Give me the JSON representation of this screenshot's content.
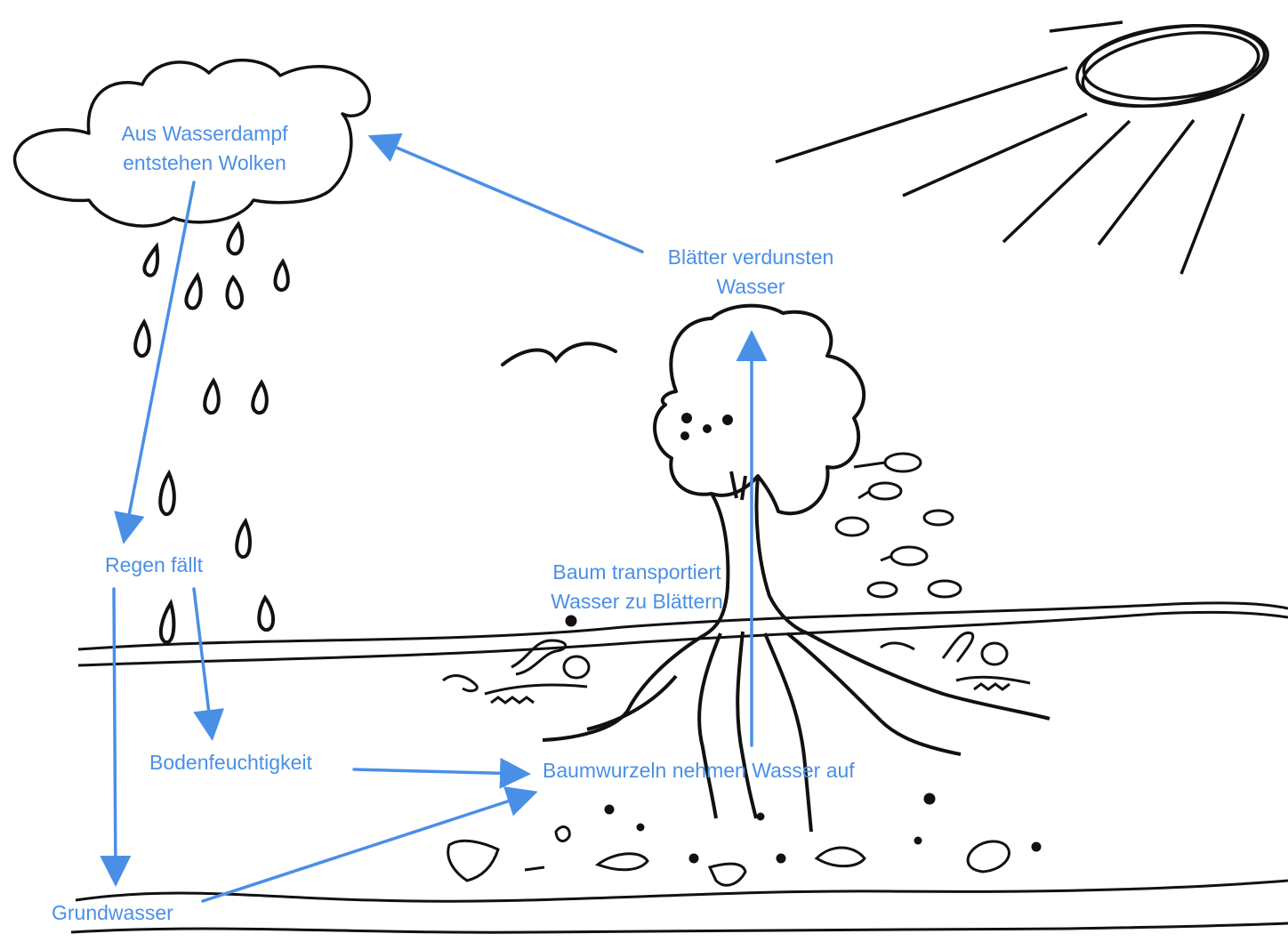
{
  "diagram": {
    "labels": {
      "clouds": [
        "Aus Wasserdampf",
        "entstehen Wolken"
      ],
      "rain": "Regen fällt",
      "soil_moisture": "Bodenfeuchtigkeit",
      "groundwater": "Grundwasser",
      "roots": "Baumwurzeln nehmen Wasser auf",
      "transport": [
        "Baum transportiert",
        "Wasser zu Blättern"
      ],
      "evaporate": [
        "Blätter verdunsten",
        "Wasser"
      ]
    },
    "flow": [
      {
        "from": "clouds",
        "to": "rain"
      },
      {
        "from": "rain",
        "to": "soil_moisture"
      },
      {
        "from": "rain",
        "to": "groundwater"
      },
      {
        "from": "soil_moisture",
        "to": "roots"
      },
      {
        "from": "groundwater",
        "to": "roots"
      },
      {
        "from": "roots",
        "to": "evaporate"
      },
      {
        "from": "evaporate",
        "to": "clouds"
      }
    ],
    "colors": {
      "ink": "#111111",
      "arrow": "#4a8fe6",
      "label": "#4a8fe6",
      "background": "#ffffff"
    }
  }
}
